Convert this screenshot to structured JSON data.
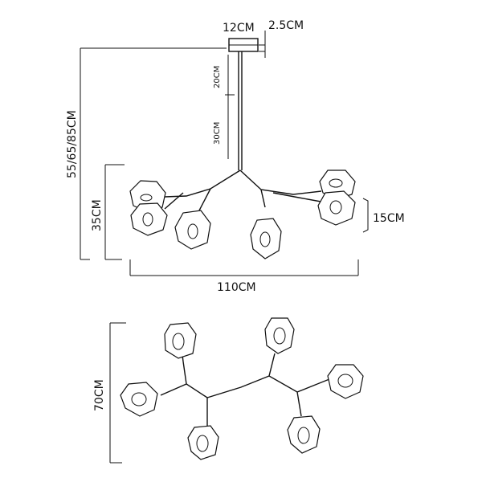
{
  "labels": {
    "canopy_width": "12CM",
    "canopy_height": "2.5CM",
    "rod_segment_1": "20CM",
    "rod_segment_2": "30CM",
    "total_height": "55/65/85CM",
    "body_height": "35CM",
    "shade_height": "15CM",
    "total_width": "110CM",
    "depth": "70CM"
  },
  "colors": {
    "line": "#111111",
    "background": "#ffffff"
  }
}
